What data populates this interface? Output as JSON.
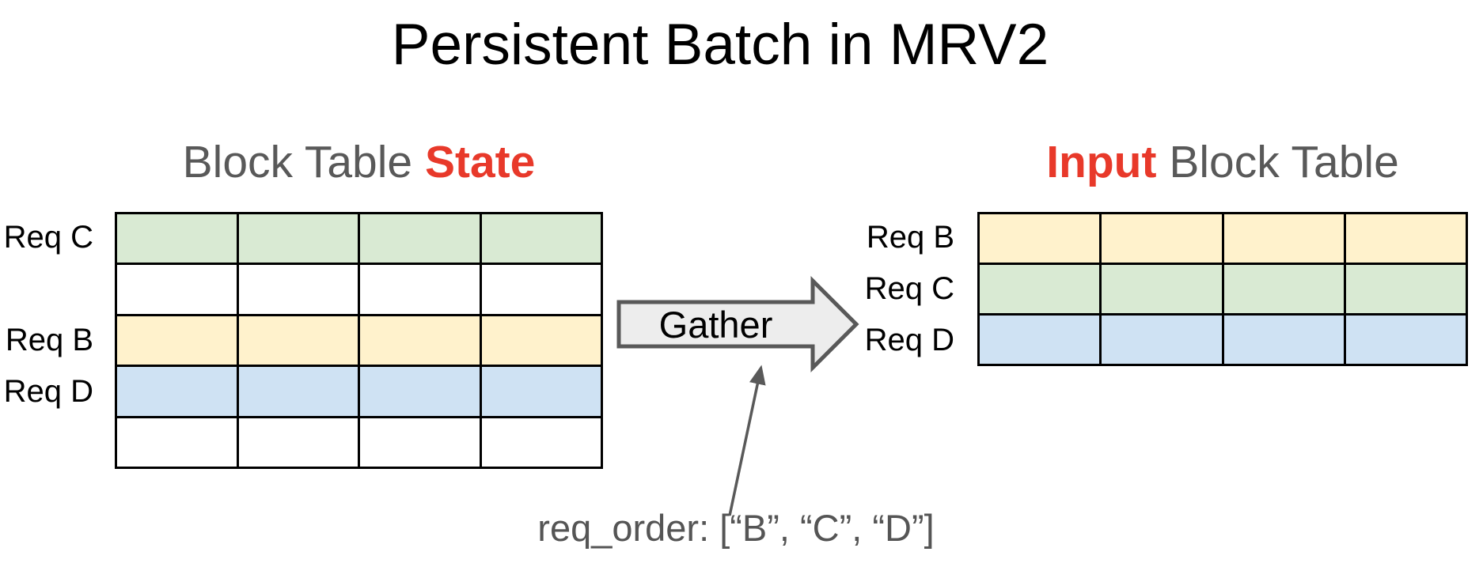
{
  "title": "Persistent Batch in MRV2",
  "colors": {
    "green": "#d9ead3",
    "yellow": "#fff2cc",
    "blue": "#cfe2f3",
    "white": "#ffffff",
    "red_accent": "#e8392a",
    "gray_text": "#595959",
    "annotation_gray": "#555555",
    "arrow_fill": "#ededed",
    "arrow_stroke": "#595959",
    "table_border": "#000000"
  },
  "state_table": {
    "header": {
      "prefix": "Block Table ",
      "highlight": "State"
    },
    "columns": 4,
    "rows": [
      {
        "label": "Req C",
        "color": "#d9ead3"
      },
      {
        "label": "",
        "color": "#ffffff"
      },
      {
        "label": "Req B",
        "color": "#fff2cc"
      },
      {
        "label": "Req D",
        "color": "#cfe2f3"
      },
      {
        "label": "",
        "color": "#ffffff"
      }
    ]
  },
  "input_table": {
    "header": {
      "highlight": "Input",
      "suffix": " Block Table"
    },
    "columns": 4,
    "rows": [
      {
        "label": "Req B",
        "color": "#fff2cc"
      },
      {
        "label": "Req C",
        "color": "#d9ead3"
      },
      {
        "label": "Req D",
        "color": "#cfe2f3"
      }
    ]
  },
  "gather": {
    "label": "Gather"
  },
  "annotation": {
    "text": "req_order: [“B”, “C”, “D”]"
  }
}
